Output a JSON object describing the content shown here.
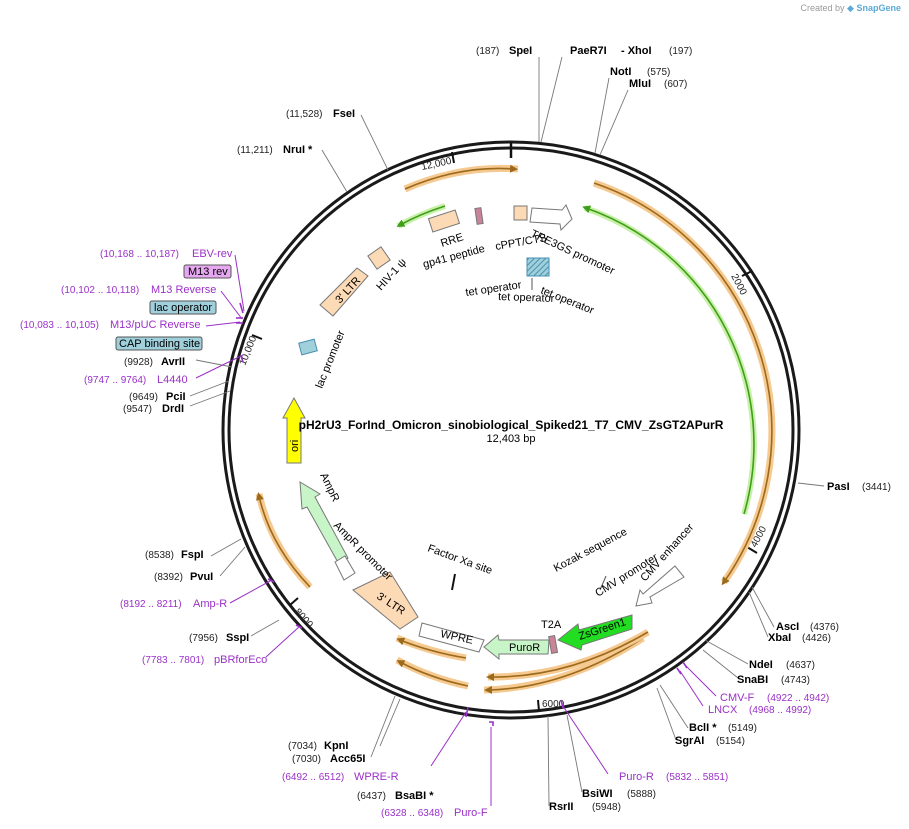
{
  "credit": {
    "prefix": "Created by",
    "brand": "SnapGene"
  },
  "plasmid": {
    "name": "pH2rU3_ForInd_Omicron_sinobiological_Spiked21_T7_CMV_ZsGT2APurR",
    "length_label": "12,403 bp",
    "length": 12403
  },
  "ticks": [
    "2000",
    "4000",
    "6000",
    "8000",
    "10,000",
    "12,000"
  ],
  "enzymes": [
    {
      "name": "SpeI",
      "pos": "(187)"
    },
    {
      "name": "PaeR7I",
      "pos": ""
    },
    {
      "name": "- XhoI",
      "pos": "(197)"
    },
    {
      "name": "NotI",
      "pos": "(575)"
    },
    {
      "name": "MluI",
      "pos": "(607)"
    },
    {
      "name": "PasI",
      "pos": "(3441)"
    },
    {
      "name": "AscI",
      "pos": "(4376)"
    },
    {
      "name": "XbaI",
      "pos": "(4426)"
    },
    {
      "name": "NdeI",
      "pos": "(4637)"
    },
    {
      "name": "SnaBI",
      "pos": "(4743)"
    },
    {
      "name": "BclI *",
      "pos": "(5149)"
    },
    {
      "name": "SgrAI",
      "pos": "(5154)"
    },
    {
      "name": "BsiWI",
      "pos": "(5888)"
    },
    {
      "name": "RsrII",
      "pos": "(5948)"
    },
    {
      "name": "BsaBI *",
      "pos": "(6437)"
    },
    {
      "name": "KpnI",
      "pos": "(7034)"
    },
    {
      "name": "Acc65I",
      "pos": "(7030)"
    },
    {
      "name": "SspI",
      "pos": "(7956)"
    },
    {
      "name": "PvuI",
      "pos": "(8392)"
    },
    {
      "name": "FspI",
      "pos": "(8538)"
    },
    {
      "name": "DrdI",
      "pos": "(9547)"
    },
    {
      "name": "PciI",
      "pos": "(9649)"
    },
    {
      "name": "AvrII",
      "pos": "(9928)"
    },
    {
      "name": "NruI *",
      "pos": "(11,211)"
    },
    {
      "name": "FseI",
      "pos": "(11,528)"
    }
  ],
  "primers": [
    {
      "name": "EBV-rev",
      "pos": "(10,168 .. 10,187)"
    },
    {
      "name": "M13 rev",
      "pos": ""
    },
    {
      "name": "M13 Reverse",
      "pos": "(10,102 .. 10,118)"
    },
    {
      "name": "lac operator",
      "pos": ""
    },
    {
      "name": "M13/pUC Reverse",
      "pos": "(10,083 .. 10,105)"
    },
    {
      "name": "CAP binding site",
      "pos": ""
    },
    {
      "name": "L4440",
      "pos": "(9747 .. 9764)"
    },
    {
      "name": "Amp-R",
      "pos": "(8192 .. 8211)"
    },
    {
      "name": "pBRforEco",
      "pos": "(7783 .. 7801)"
    },
    {
      "name": "WPRE-R",
      "pos": "(6492 .. 6512)"
    },
    {
      "name": "Puro-F",
      "pos": "(6328 .. 6348)"
    },
    {
      "name": "Puro-R",
      "pos": "(5832 .. 5851)"
    },
    {
      "name": "CMV-F",
      "pos": "(4922 .. 4942)"
    },
    {
      "name": "LNCX",
      "pos": "(4968 .. 4992)"
    }
  ],
  "features": {
    "rre": "RRE",
    "gp41": "gp41 peptide",
    "cppt": "cPPT/CTS",
    "tre3gs": "TRE3GS promoter",
    "teto1": "tet operator",
    "teto2": "tet operator",
    "teto3": "tet operator",
    "hiv": "HIV-1 ψ",
    "ltr3a": "3' LTR",
    "lacprom": "lac promoter",
    "ori": "ori",
    "ampr": "AmpR",
    "ampprom": "AmpR promoter",
    "ltr3b": "3' LTR",
    "wpre": "WPRE",
    "puror": "PuroR",
    "t2a": "T2A",
    "zsgreen": "ZsGreen1",
    "cmvprom": "CMV promoter",
    "cmvenh": "CMV enhancer",
    "kozak": "Kozak sequence",
    "factorxa": "Factor Xa site"
  },
  "colors": {
    "backbone": "#1a1a1a",
    "orf": "#f5c98f",
    "orf_arrow": "#9c6a1c",
    "green_arrow": "#3f9e1a",
    "primer": "#9b30c8",
    "ori": "#ffff00",
    "ampr": "#c8f5c8",
    "zsgreen": "#22dd22",
    "puror": "#c8f5c8",
    "ltr": "#fddab6",
    "lac_box": "#9fd0dc",
    "m13_box": "#e6a8f0"
  }
}
